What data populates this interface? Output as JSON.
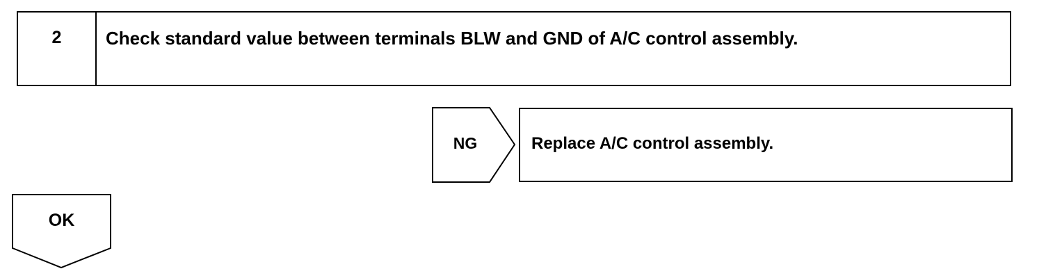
{
  "step": {
    "number": "2",
    "instruction": "Check standard value between terminals BLW and GND of A/C control assembly."
  },
  "ng_branch": {
    "label": "NG",
    "action": "Replace A/C control assembly."
  },
  "ok_branch": {
    "label": "OK"
  }
}
